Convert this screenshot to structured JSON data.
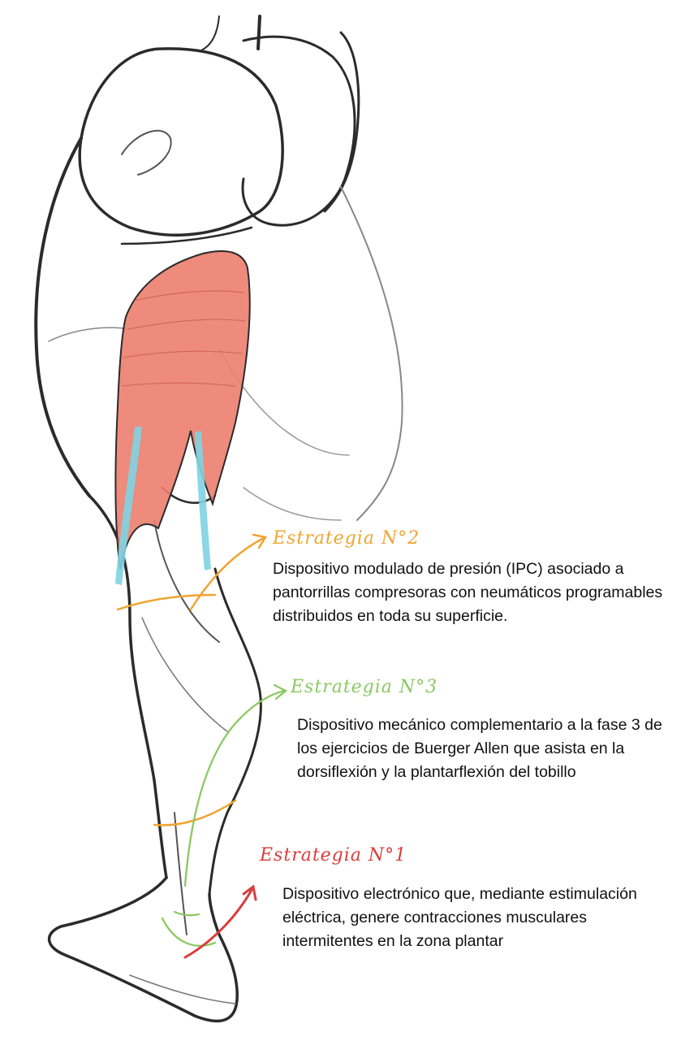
{
  "colors": {
    "strategy_1": "#d93d3d",
    "strategy_2": "#f0a431",
    "strategy_3": "#8cc864",
    "muscle_fill": "#ec7e6e",
    "tendon_fill": "#7fd3e3",
    "sketch_stroke": "#2b2b2b"
  },
  "figure": {
    "subject": "leg sketch, posterior view",
    "highlighted_muscle": "hamstrings",
    "highlighted_tendons": "hamstring tendons"
  },
  "strategies": [
    {
      "id": "2",
      "title": "Estrategia N°2",
      "description": "Dispositivo modulado de presión (IPC) asociado a pantorrillas compresoras con neumáticos programables distribuidos en toda su superficie."
    },
    {
      "id": "3",
      "title": "Estrategia N°3",
      "description": "Dispositivo mecánico complementario a la fase 3 de los ejercicios de Buerger Allen que asista en la dorsiflexión y la plantarflexión del tobillo"
    },
    {
      "id": "1",
      "title": "Estrategia N°1",
      "description": "Dispositivo electrónico que, mediante estimulación eléctrica, genere contracciones musculares intermitentes en la zona plantar"
    }
  ]
}
